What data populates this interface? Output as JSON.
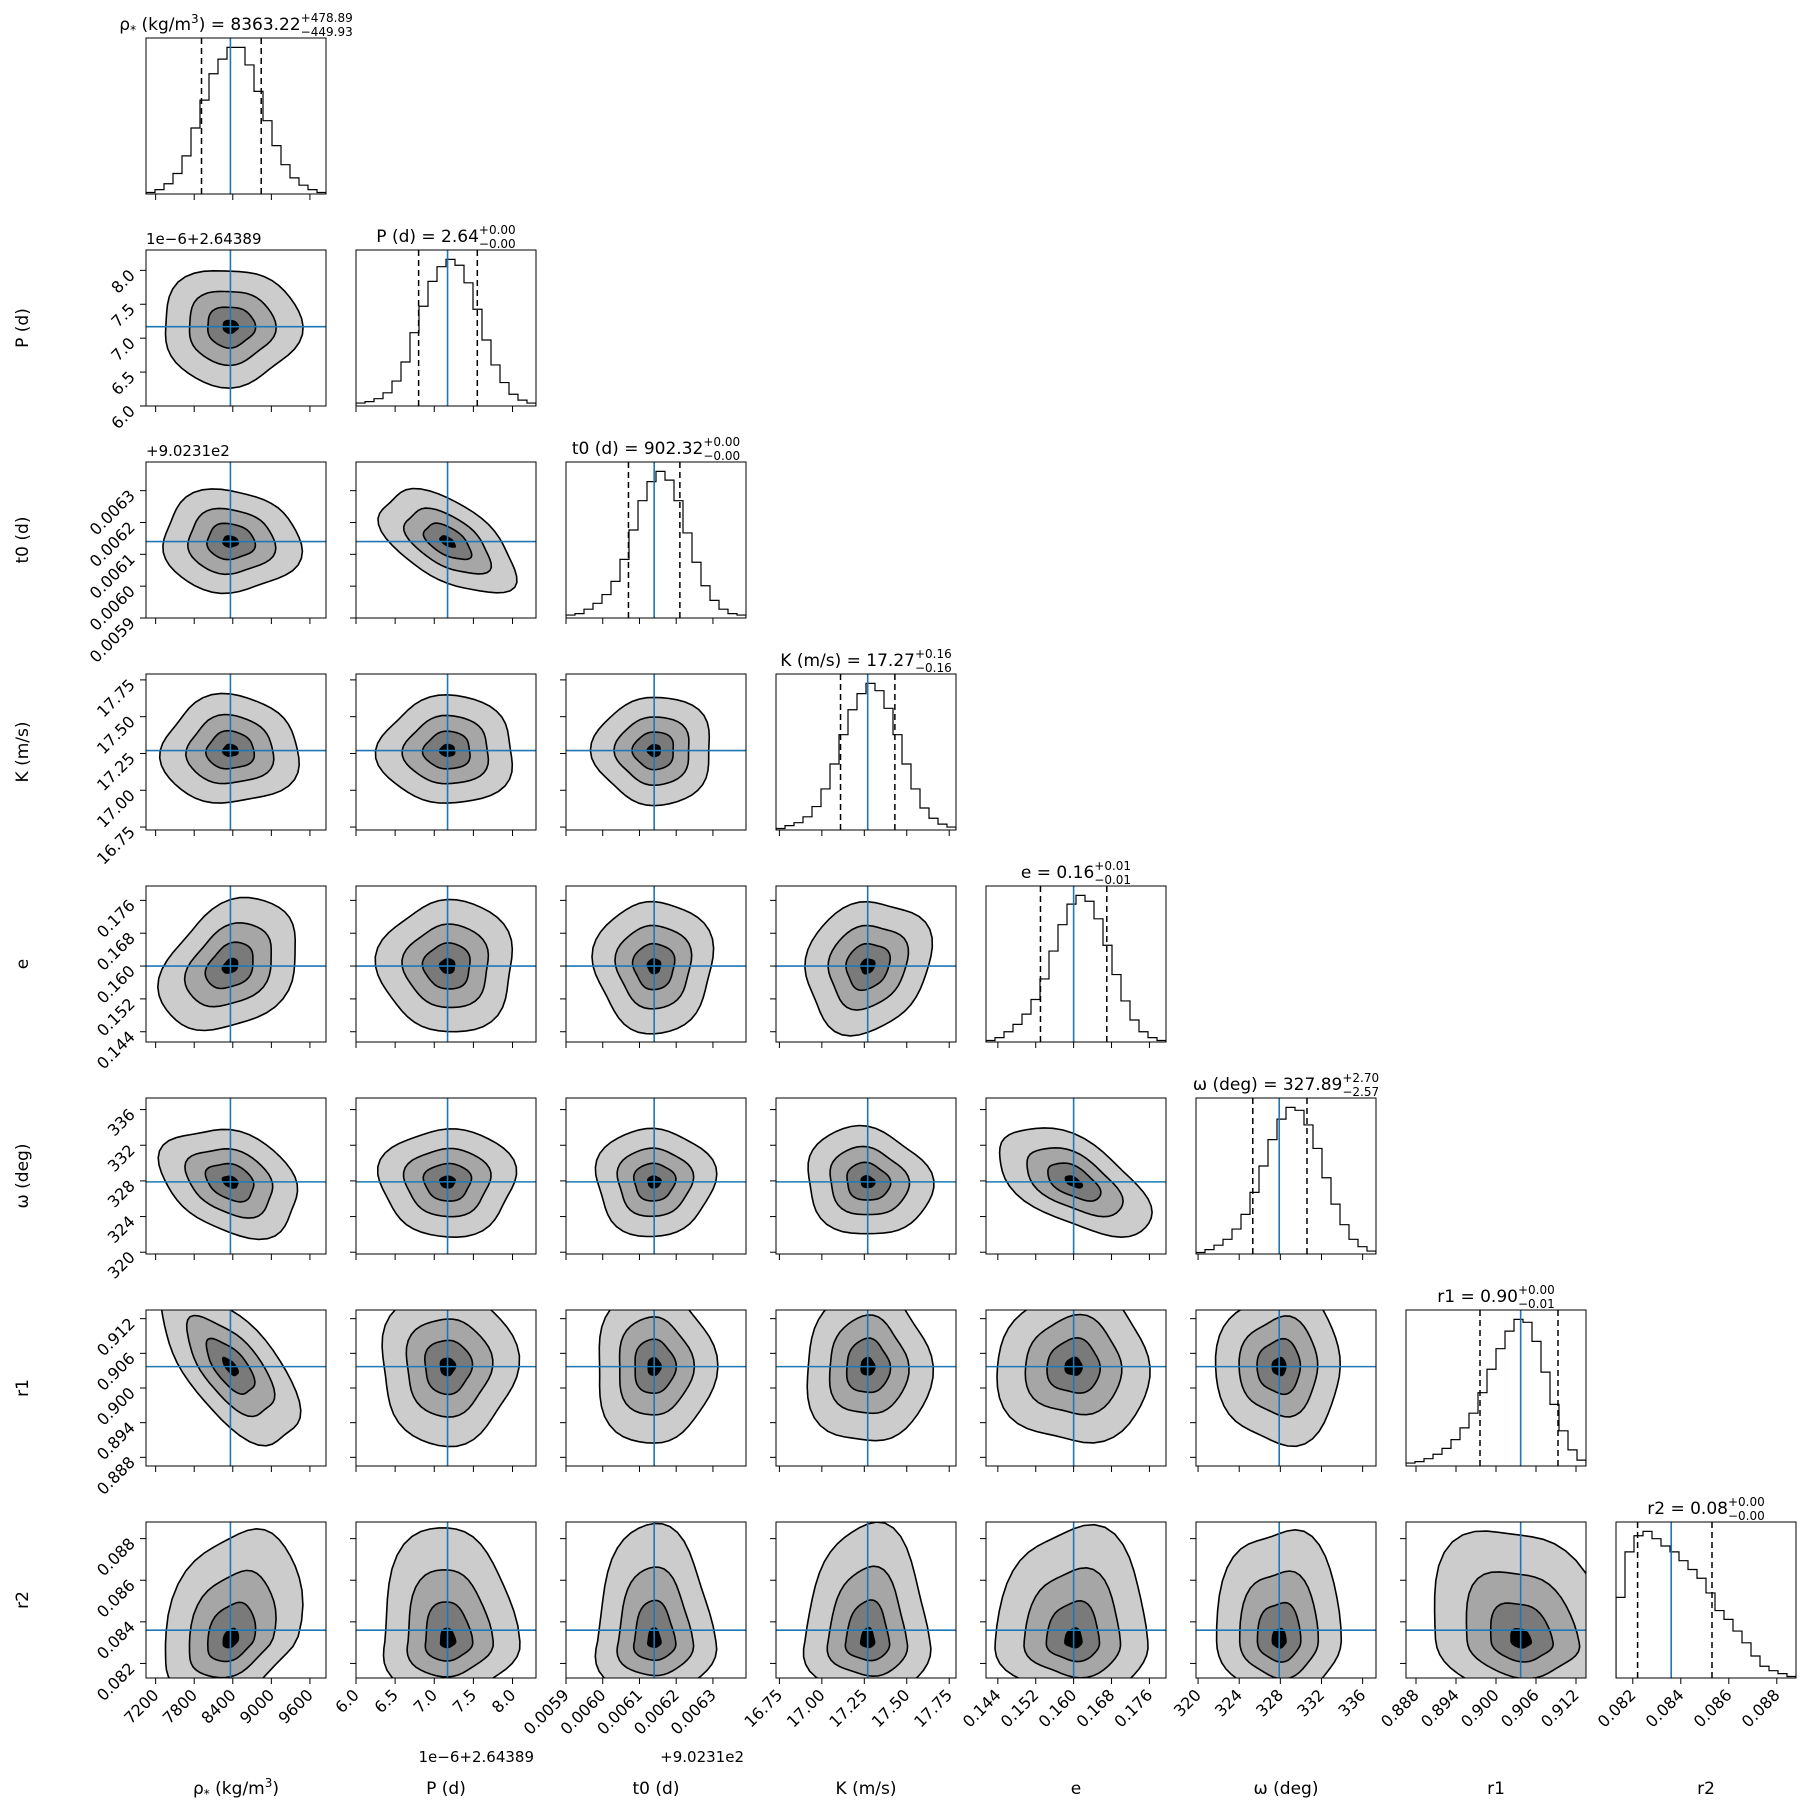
{
  "chart_data": {
    "type": "corner",
    "n_params": 8,
    "parameters": [
      {
        "key": "rho",
        "label": "ρ* (kg/m³)",
        "label_main": "ρ",
        "label_sub": "*",
        "label_unit": " (kg/m",
        "label_sup": "3",
        "label_end": ")",
        "title_value": "8363.22",
        "title_plus": "+478.89",
        "title_minus": "−449.93",
        "median": 8363.22,
        "q_low": 7913.29,
        "q_high": 8842.11,
        "range": [
          7050,
          9850
        ],
        "ticks": [
          7200,
          7800,
          8400,
          9000,
          9600
        ],
        "tick_labels": [
          "7200",
          "7800",
          "8400",
          "9000",
          "9600"
        ],
        "offset": "",
        "hist": [
          0.01,
          0.03,
          0.07,
          0.14,
          0.26,
          0.45,
          0.64,
          0.82,
          0.92,
          1.0,
          1.0,
          0.88,
          0.7,
          0.5,
          0.33,
          0.2,
          0.11,
          0.06,
          0.03,
          0.01
        ]
      },
      {
        "key": "P",
        "label": "P (d)",
        "label_main": "P (d)",
        "title_value": "2.64",
        "title_plus": "+0.00",
        "title_minus": "−0.00",
        "median": 7.17,
        "q_low": 6.8,
        "q_high": 7.55,
        "range": [
          6.0,
          8.3
        ],
        "ticks": [
          6.0,
          6.5,
          7.0,
          7.5,
          8.0
        ],
        "tick_labels": [
          "6.0",
          "6.5",
          "7.0",
          "7.5",
          "8.0"
        ],
        "offset": "1e−6+2.64389",
        "hist": [
          0.02,
          0.03,
          0.05,
          0.09,
          0.17,
          0.3,
          0.5,
          0.68,
          0.85,
          0.95,
          1.0,
          0.96,
          0.84,
          0.66,
          0.45,
          0.28,
          0.16,
          0.08,
          0.04,
          0.02
        ]
      },
      {
        "key": "t0",
        "label": "t0 (d)",
        "label_main": "t0 (d)",
        "title_value": "902.32",
        "title_plus": "+0.00",
        "title_minus": "−0.00",
        "median": 0.00614,
        "q_low": 0.00607,
        "q_high": 0.00621,
        "range": [
          0.0059,
          0.00639
        ],
        "ticks": [
          0.0059,
          0.006,
          0.0061,
          0.0062,
          0.0063
        ],
        "tick_labels": [
          "0.0059",
          "0.0060",
          "0.0061",
          "0.0062",
          "0.0063"
        ],
        "offset": "+9.0231e2",
        "hist": [
          0.02,
          0.03,
          0.06,
          0.1,
          0.16,
          0.25,
          0.4,
          0.6,
          0.8,
          0.93,
          1.0,
          0.94,
          0.8,
          0.58,
          0.38,
          0.22,
          0.12,
          0.06,
          0.03,
          0.02
        ]
      },
      {
        "key": "K",
        "label": "K (m/s)",
        "label_main": "K (m/s)",
        "title_value": "17.27",
        "title_plus": "+0.16",
        "title_minus": "−0.16",
        "median": 17.27,
        "q_low": 17.11,
        "q_high": 17.43,
        "range": [
          16.73,
          17.79
        ],
        "ticks": [
          16.75,
          17.0,
          17.25,
          17.5,
          17.75
        ],
        "tick_labels": [
          "16.75",
          "17.00",
          "17.25",
          "17.50",
          "17.75"
        ],
        "offset": "",
        "hist": [
          0.01,
          0.03,
          0.05,
          0.09,
          0.16,
          0.28,
          0.45,
          0.65,
          0.82,
          0.93,
          1.0,
          0.95,
          0.83,
          0.65,
          0.45,
          0.28,
          0.15,
          0.08,
          0.04,
          0.02
        ]
      },
      {
        "key": "e",
        "label": "e",
        "label_main": "e",
        "title_value": "0.16",
        "title_plus": "+0.01",
        "title_minus": "−0.01",
        "median": 0.16,
        "q_low": 0.153,
        "q_high": 0.167,
        "range": [
          0.1415,
          0.1795
        ],
        "ticks": [
          0.144,
          0.152,
          0.16,
          0.168,
          0.176
        ],
        "tick_labels": [
          "0.144",
          "0.152",
          "0.160",
          "0.168",
          "0.176"
        ],
        "offset": "",
        "hist": [
          0.01,
          0.03,
          0.07,
          0.12,
          0.19,
          0.29,
          0.43,
          0.62,
          0.8,
          0.94,
          1.0,
          0.96,
          0.84,
          0.66,
          0.46,
          0.28,
          0.15,
          0.07,
          0.03,
          0.01
        ]
      },
      {
        "key": "omega",
        "label": "ω (deg)",
        "label_main": "ω (deg)",
        "title_value": "327.89",
        "title_plus": "+2.70",
        "title_minus": "−2.57",
        "median": 327.89,
        "q_low": 325.32,
        "q_high": 330.59,
        "range": [
          319.8,
          337.3
        ],
        "ticks": [
          320,
          324,
          328,
          332,
          336
        ],
        "tick_labels": [
          "320",
          "324",
          "328",
          "332",
          "336"
        ],
        "offset": "",
        "hist": [
          0.01,
          0.03,
          0.06,
          0.1,
          0.17,
          0.27,
          0.42,
          0.6,
          0.78,
          0.92,
          1.0,
          0.98,
          0.88,
          0.72,
          0.52,
          0.34,
          0.2,
          0.1,
          0.05,
          0.02
        ]
      },
      {
        "key": "r1",
        "label": "r1",
        "label_main": "r1",
        "title_value": "0.90",
        "title_plus": "+0.00",
        "title_minus": "−0.01",
        "median": 0.9037,
        "q_low": 0.8976,
        "q_high": 0.9093,
        "range": [
          0.8865,
          0.9135
        ],
        "ticks": [
          0.888,
          0.894,
          0.9,
          0.906,
          0.912
        ],
        "tick_labels": [
          "0.888",
          "0.894",
          "0.900",
          "0.906",
          "0.912"
        ],
        "offset": "",
        "hist": [
          0.02,
          0.03,
          0.05,
          0.08,
          0.12,
          0.18,
          0.26,
          0.36,
          0.5,
          0.66,
          0.8,
          0.92,
          1.0,
          0.98,
          0.85,
          0.64,
          0.42,
          0.24,
          0.11,
          0.04
        ]
      },
      {
        "key": "r2",
        "label": "r2",
        "label_main": "r2",
        "title_value": "0.08",
        "title_plus": "+0.00",
        "title_minus": "−0.00",
        "median": 0.0836,
        "q_low": 0.0822,
        "q_high": 0.0853,
        "range": [
          0.0813,
          0.0888
        ],
        "ticks": [
          0.082,
          0.084,
          0.086,
          0.088
        ],
        "tick_labels": [
          "0.082",
          "0.084",
          "0.086",
          "0.088"
        ],
        "offset": "",
        "hist": [
          0.55,
          0.86,
          0.97,
          1.0,
          0.95,
          0.9,
          0.86,
          0.8,
          0.74,
          0.68,
          0.58,
          0.46,
          0.4,
          0.32,
          0.24,
          0.15,
          0.08,
          0.05,
          0.03,
          0.01
        ]
      }
    ],
    "correlations": {
      "1,0": 0.0,
      "2,0": -0.05,
      "2,1": -0.55,
      "3,0": 0.0,
      "3,1": 0.0,
      "3,2": 0.0,
      "4,0": 0.3,
      "4,1": 0.0,
      "4,2": 0.0,
      "4,3": 0.15,
      "5,0": -0.3,
      "5,1": 0.0,
      "5,2": 0.0,
      "5,3": -0.1,
      "5,4": -0.55,
      "6,0": -0.65,
      "6,1": 0.0,
      "6,2": 0.0,
      "6,3": 0.0,
      "6,4": 0.0,
      "6,5": 0.0,
      "7,0": 0.3,
      "7,1": 0.0,
      "7,2": 0.0,
      "7,3": 0.0,
      "7,4": 0.0,
      "7,5": 0.0,
      "7,6": -0.15
    },
    "contour_levels": 3,
    "contour_fill_colors": [
      "#cccccc",
      "#a6a6a6",
      "#7a7a7a",
      "#444444"
    ],
    "peak_color": "#000000",
    "truth_line_color": "#1f77b4",
    "quantile_line_style": "dashed",
    "grid": false
  }
}
